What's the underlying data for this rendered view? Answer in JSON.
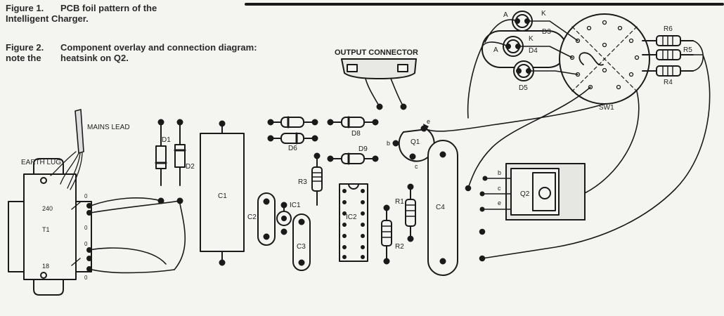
{
  "captions": {
    "fig1_num": "Figure 1.",
    "fig1_text": "PCB foil pattern of the",
    "fig1_text2": "Intelligent Charger.",
    "fig2_num": "Figure 2.",
    "fig2_text": "Component overlay and  connection diagram:",
    "fig2_lead": "note the",
    "fig2_text2": "heatsink on Q2."
  },
  "labels": {
    "output_connector": "OUTPUT CONNECTOR",
    "mains_lead": "MAINS LEAD",
    "earth_lug": "EARTH LUG",
    "d1": "D1",
    "d2": "D2",
    "c1": "C1",
    "c2": "C2",
    "c3": "C3",
    "c4": "C4",
    "d6": "D6",
    "d8": "D8",
    "d9": "D9",
    "r3": "R3",
    "ic1": "IC1",
    "ic2": "IC2",
    "r1": "R1",
    "r2": "R2",
    "q1": "Q1",
    "q2": "Q2",
    "d3": "D3",
    "d4": "D4",
    "d5": "D5",
    "sw1": "SW1",
    "r4": "R4",
    "r5": "R5",
    "r6": "R6",
    "a": "A",
    "k": "K",
    "b": "b",
    "c": "c",
    "e": "e",
    "t1": "T1",
    "v240": "240",
    "v18": "18",
    "zero": "0",
    "zero2": "0",
    "zero3": "0",
    "zero4": "0"
  }
}
